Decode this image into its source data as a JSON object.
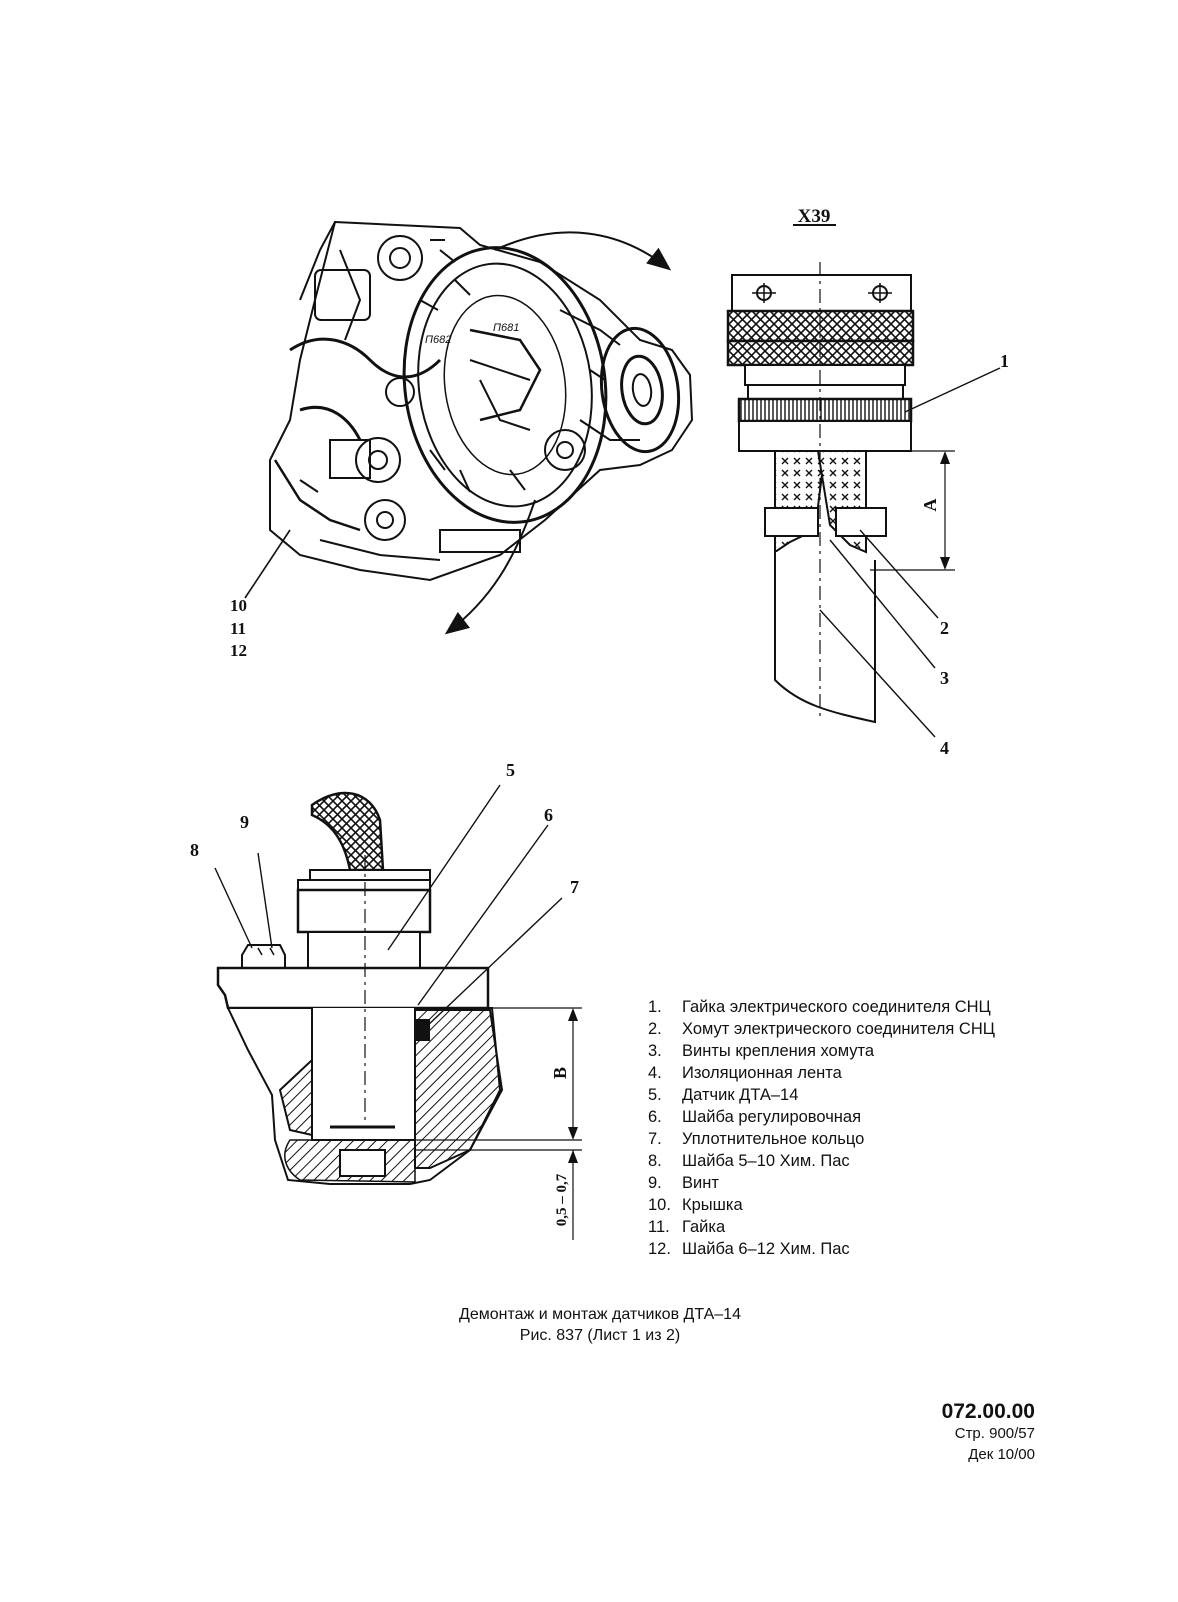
{
  "view_label": "X39",
  "callouts": {
    "c1": "1",
    "c2": "2",
    "c3": "3",
    "c4": "4",
    "c5": "5",
    "c6": "6",
    "c7": "7",
    "c8": "8",
    "c9": "9",
    "c10": "10",
    "c11": "11",
    "c12": "12",
    "dim_A": "A",
    "dim_B": "B",
    "dim_gap": "0,5 – 0,7"
  },
  "legend": [
    {
      "num": "1.",
      "text": "Гайка электрического соединителя СНЦ"
    },
    {
      "num": "2.",
      "text": "Хомут электрического соединителя СНЦ"
    },
    {
      "num": "3.",
      "text": "Винты крепления хомута"
    },
    {
      "num": "4.",
      "text": "Изоляционная лента"
    },
    {
      "num": "5.",
      "text": "Датчик ДТА–14"
    },
    {
      "num": "6.",
      "text": "Шайба регулировочная"
    },
    {
      "num": "7.",
      "text": "Уплотнительное кольцо"
    },
    {
      "num": "8.",
      "text": "Шайба 5–10 Хим. Пас"
    },
    {
      "num": "9.",
      "text": "Винт"
    },
    {
      "num": "10.",
      "text": "Крышка"
    },
    {
      "num": "11.",
      "text": "Гайка"
    },
    {
      "num": "12.",
      "text": "Шайба 6–12 Хим. Пас"
    }
  ],
  "caption": {
    "line1": "Демонтаж и монтаж датчиков ДТА–14",
    "line2": "Рис. 837 (Лист 1 из 2)"
  },
  "footer": {
    "doc_number": "072.00.00",
    "page": "Стр. 900/57",
    "date": "Дек 10/00"
  }
}
